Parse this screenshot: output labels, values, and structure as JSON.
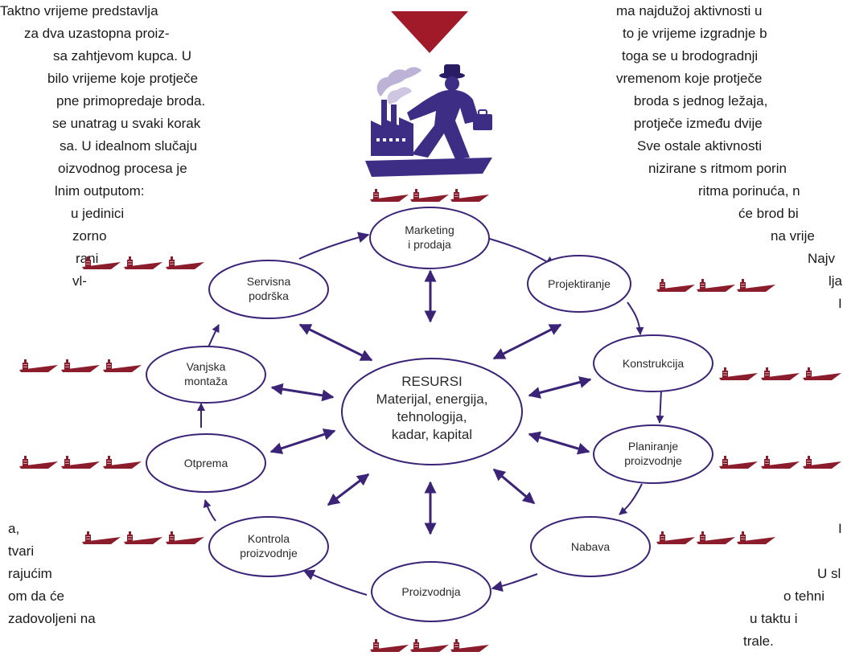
{
  "left_text": [
    "Taktno vrijeme predstavlja",
    "za dva uzastopna proiz-",
    "sa zahtjevom kupca. U",
    "bilo vrijeme koje protječe",
    "pne primopredaje broda.",
    "se unatrag u svaki korak",
    "sa. U idealnom slučaju",
    "oizvodnog procesa je",
    "lnim outputom:",
    "u jedinici",
    "zorno",
    "rani",
    "vl-",
    "a,",
    "tvari",
    "rajućim",
    "om da će",
    "zadovoljeni na"
  ],
  "right_text": [
    "ma najdužoj aktivnosti u",
    "to je vrijeme izgradnje b",
    "toga se u brodogradnji",
    "vremenom koje protječe",
    "broda s jednog ležaja,",
    "protječe između dvije",
    "Sve ostale aktivnosti",
    "nizirane s ritmom porin",
    "ritma porinuća, n",
    "će brod bi",
    "na vrije",
    "Najv",
    "lja",
    "I",
    "I",
    "U sl",
    "o tehni",
    "u taktu i",
    "trale."
  ],
  "diagram": {
    "center": [
      "RESURSI",
      "Materijal, energija,",
      "tehnologija,",
      "kadar, kapital"
    ],
    "nodes": {
      "marketing": [
        "Marketing",
        "i prodaja"
      ],
      "projektiranje": [
        "Projektiranje"
      ],
      "konstrukcija": [
        "Konstrukcija"
      ],
      "planiranje": [
        "Planiranje",
        "proizvodnje"
      ],
      "nabava": [
        "Nabava"
      ],
      "proizvodnja": [
        "Proizvodnja"
      ],
      "kontrola": [
        "Kontrola",
        "proizvodnje"
      ],
      "otprema": [
        "Otprema"
      ],
      "vanjska": [
        "Vanjska",
        "montaža"
      ],
      "servisna": [
        "Servisna",
        "podrška"
      ]
    }
  },
  "colors": {
    "accent_purple": "#3b2477",
    "ship_red": "#8a1c2c",
    "triangle_red": "#a01a2a",
    "figure_purple": "#3d2d84"
  }
}
